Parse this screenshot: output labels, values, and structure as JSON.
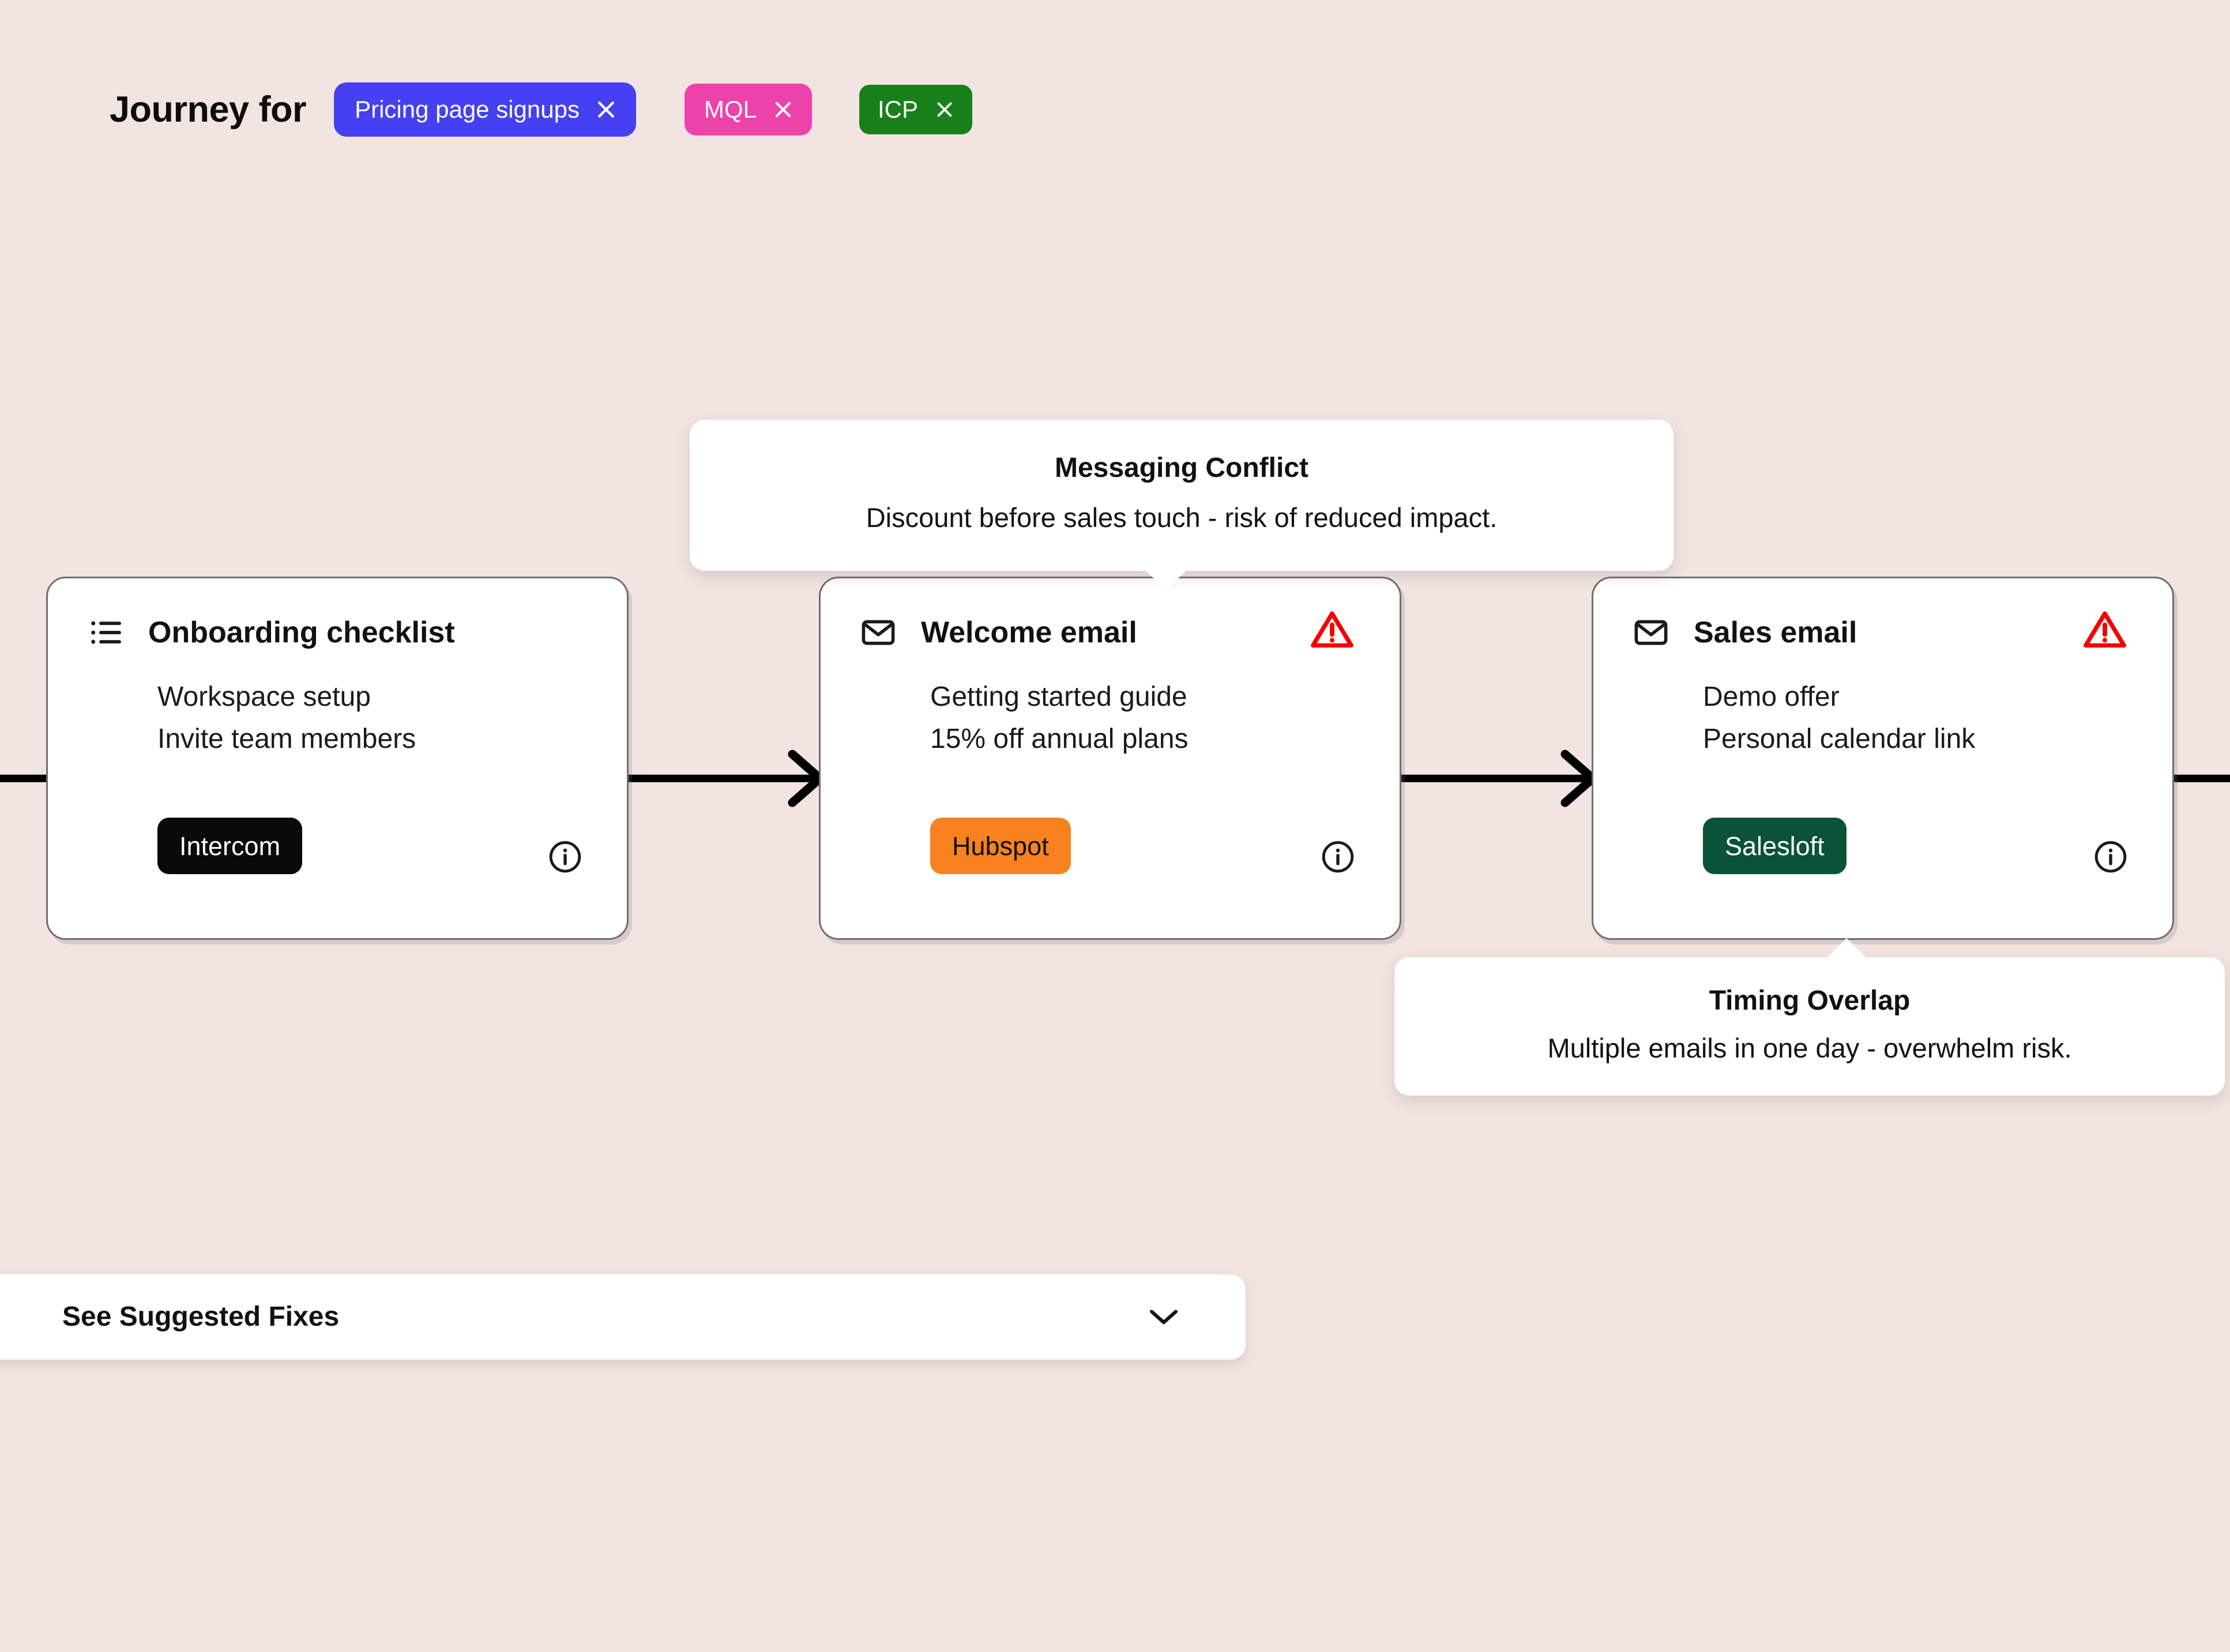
{
  "header": {
    "title": "Journey for",
    "chips": [
      {
        "label": "Pricing page signups",
        "color": "#4540f2",
        "close_icon": "close-icon"
      },
      {
        "label": "MQL",
        "color": "#ee42ab",
        "close_icon": "close-icon"
      },
      {
        "label": "ICP",
        "color": "#17801a",
        "close_icon": "close-icon"
      }
    ]
  },
  "flow": {
    "nodes": [
      {
        "icon": "list-icon",
        "title": "Onboarding checklist",
        "lines": [
          "Workspace setup",
          "Invite team members"
        ],
        "badge": {
          "label": "Intercom",
          "color": "#0a0a0a"
        },
        "info_icon": "info-icon",
        "has_warning": false
      },
      {
        "icon": "envelope-icon",
        "title": "Welcome email",
        "lines": [
          "Getting started guide",
          "15% off annual plans"
        ],
        "badge": {
          "label": "Hubspot",
          "color": "#f7821f"
        },
        "info_icon": "info-icon",
        "has_warning": true,
        "warning_icon": "warning-triangle-icon",
        "warning_color": "#f50000"
      },
      {
        "icon": "envelope-icon",
        "title": "Sales email",
        "lines": [
          "Demo offer",
          "Personal calendar link"
        ],
        "badge": {
          "label": "Salesloft",
          "color": "#0a5336"
        },
        "info_icon": "info-icon",
        "has_warning": true,
        "warning_icon": "warning-triangle-icon",
        "warning_color": "#f50000"
      }
    ],
    "connectors": [
      "arrow-right-icon",
      "arrow-right-icon",
      "arrow-right-icon",
      "line-right"
    ]
  },
  "tooltips": [
    {
      "title": "Messaging Conflict",
      "body": "Discount before sales touch - risk of reduced impact.",
      "points_to": "welcome-email",
      "tail": "down"
    },
    {
      "title": "Timing Overlap",
      "body": "Multiple emails in one day - overwhelm risk.",
      "points_to": "sales-email",
      "tail": "up"
    }
  ],
  "accordion": {
    "label": "See Suggested Fixes",
    "chevron_icon": "chevron-down-icon",
    "expanded": false
  },
  "theme": {
    "background": "#f2e5e1",
    "card_background": "#ffffff",
    "card_border": "#6e6e6e",
    "text": "#111111",
    "warning": "#f50000"
  }
}
